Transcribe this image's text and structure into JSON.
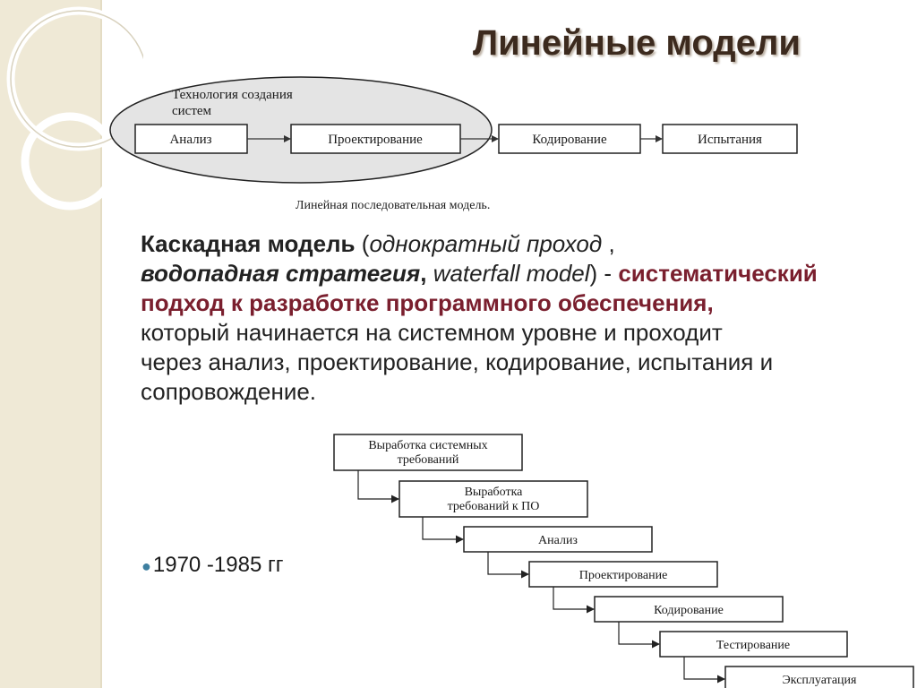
{
  "title": "Линейные модели",
  "linear_diagram": {
    "group_label_line1": "Технология создания",
    "group_label_line2": "систем",
    "steps": [
      "Анализ",
      "Проектирование",
      "Кодирование",
      "Испытания"
    ],
    "caption": "Линейная последовательная модель."
  },
  "paragraph": {
    "term": "Каскадная модель",
    "paren_open": " (",
    "alias1": "однократный проход",
    "comma1": " ,",
    "alias2": "водопадная стратегия",
    "comma2": ", ",
    "alias3": "waterfall model",
    "dash": ") - ",
    "highlight_part1": "систематический",
    "highlight_part2": "подход к разработке программного обеспечения",
    "comma3": ",",
    "line4": "который начинается на системном уровне и проходит",
    "line5": "через анализ, проектирование, кодирование, испытания и",
    "line6": "сопровождение."
  },
  "bullet": {
    "years": "1970 -1985 гг"
  },
  "waterfall": {
    "steps": [
      [
        "Выработка системных",
        "требований"
      ],
      [
        "Выработка",
        "требований к ПО"
      ],
      [
        "Анализ"
      ],
      [
        "Проектирование"
      ],
      [
        "Кодирование"
      ],
      [
        "Тестирование"
      ],
      [
        "Эксплуатация"
      ]
    ]
  },
  "colors": {
    "background_band": "#efe9d6",
    "title": "#3c2a1e",
    "highlight": "#7a1f2e",
    "bullet": "#3e7fa0"
  }
}
